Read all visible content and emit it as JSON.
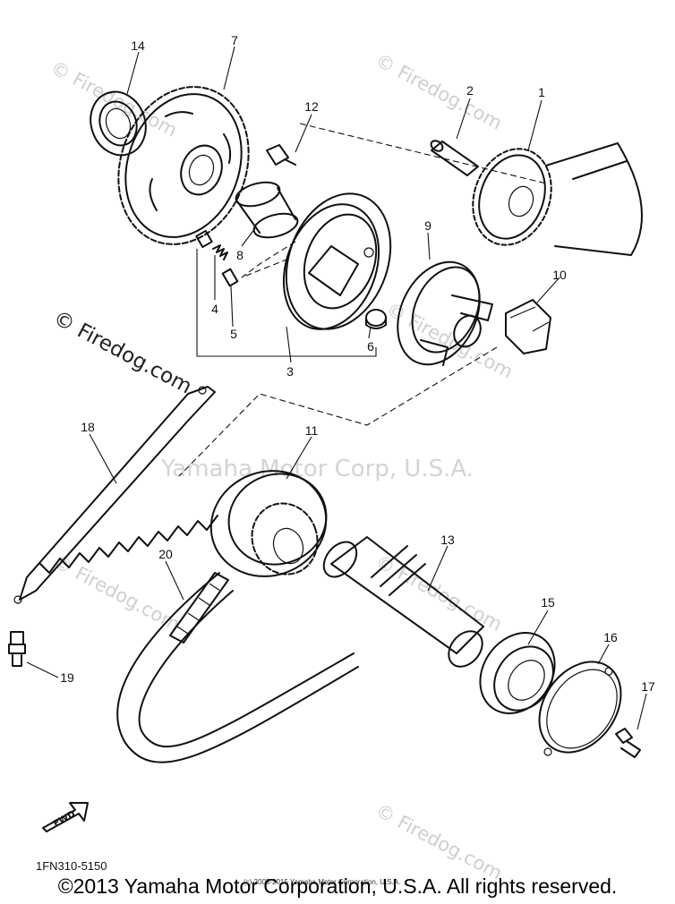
{
  "parts": {
    "p1": "1",
    "p2": "2",
    "p3": "3",
    "p4": "4",
    "p5": "5",
    "p6": "6",
    "p7": "7",
    "p8": "8",
    "p9": "9",
    "p10": "10",
    "p11": "11",
    "p12": "12",
    "p13": "13",
    "p14": "14",
    "p15": "15",
    "p16": "16",
    "p17": "17",
    "p18": "18",
    "p19": "19",
    "p20": "20"
  },
  "watermarks": {
    "tl": "© Firedog.com",
    "tr": "© Firedog.com",
    "ml": "© Firedog.com",
    "mr": "© Firedog.com",
    "c": "Yamaha Motor Corp, U.S.A.",
    "bc": "© Firedog.com",
    "bl": "© Firedog.com",
    "br": "© Firedog.com"
  },
  "fwd_label": "FWD",
  "diagram_code": "1FN310-5150",
  "small_copyright": "(c) 2005-2015 Yamaha Motor Corporation, U.S.A.",
  "footer_copyright": "©2013 Yamaha Motor Corporation, U.S.A. All rights reserved."
}
